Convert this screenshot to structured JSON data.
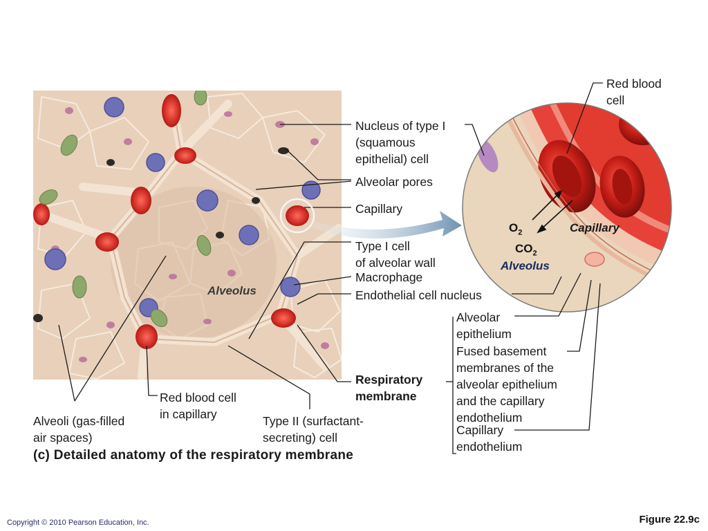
{
  "labels": {
    "nucleus_type1": [
      "Nucleus of type I",
      "(squamous",
      "epithelial) cell"
    ],
    "alveolar_pores": "Alveolar pores",
    "capillary": "Capillary",
    "type1_cell": [
      "Type I cell",
      "of alveolar wall"
    ],
    "macrophage": "Macrophage",
    "endothelial_nucleus": "Endothelial cell nucleus",
    "respiratory_membrane": [
      "Respiratory",
      "membrane"
    ],
    "rbc_in_capillary": [
      "Red blood cell",
      "in capillary"
    ],
    "type2_cell": [
      "Type II (surfactant-",
      "secreting) cell"
    ],
    "alveoli": [
      "Alveoli (gas-filled",
      "air spaces)"
    ],
    "red_blood_cell": [
      "Red blood",
      "cell"
    ],
    "alveolar_epithelium": [
      "Alveolar",
      "epithelium"
    ],
    "fused_basement": [
      "Fused basement",
      "membranes of the",
      "alveolar epithelium",
      "and the capillary",
      "endothelium"
    ],
    "capillary_endothelium": [
      "Capillary",
      "endothelium"
    ]
  },
  "in_image": {
    "alveolus_left": "Alveolus",
    "alveolus_inset": "Alveolus",
    "capillary_inset": "Capillary",
    "o2": "O",
    "o2_sub": "2",
    "co2": "CO",
    "co2_sub": "2"
  },
  "caption": "(c) Detailed anatomy of the respiratory membrane",
  "copyright": "Copyright © 2010 Pearson Education, Inc.",
  "figure_number": "Figure 22.9c",
  "colors": {
    "tissue": "#e9d2bd",
    "cell_border": "#f6ece2",
    "nucleus": "#b86f95",
    "capillary": "#d9332c",
    "macrophage": "#6f73b8",
    "type2": "#8aa368"
  }
}
